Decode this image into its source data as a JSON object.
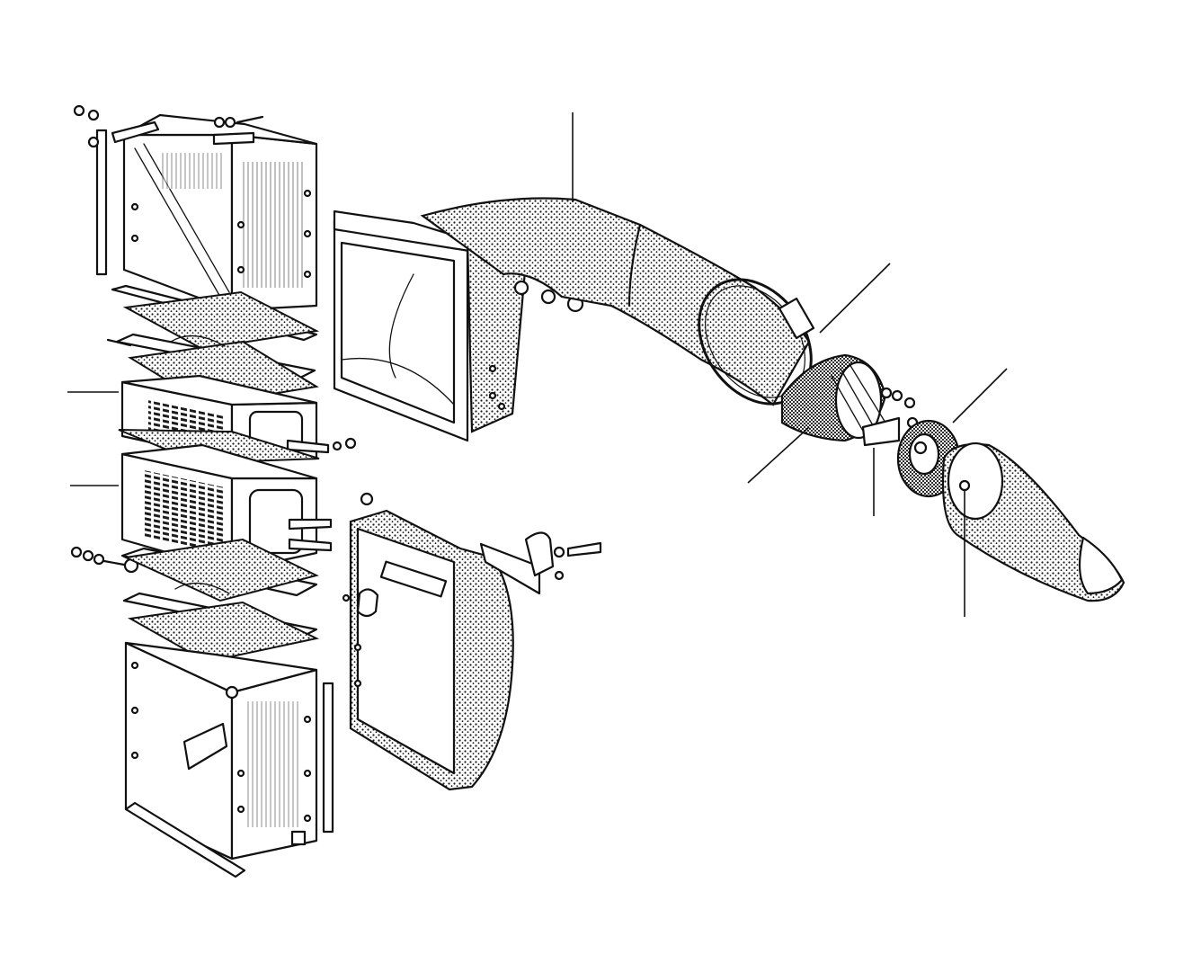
{
  "diagram": {
    "kind": "exploded-parts-view",
    "subject": "heater-and-demister-duct-assembly",
    "colors": {
      "ink": "#111111",
      "paper": "#ffffff",
      "stipple": "#1a1a1a"
    },
    "parts": [
      {
        "id": "upper-heater-box"
      },
      {
        "id": "upper-gaskets"
      },
      {
        "id": "upper-heater-matrix"
      },
      {
        "id": "lower-heater-matrix"
      },
      {
        "id": "lower-gaskets"
      },
      {
        "id": "lower-heater-box"
      },
      {
        "id": "side-cover-plate"
      },
      {
        "id": "bracket-and-bolt"
      },
      {
        "id": "inlet-funnel"
      },
      {
        "id": "air-hose"
      },
      {
        "id": "hose-clip"
      },
      {
        "id": "fan-motor"
      },
      {
        "id": "fan-impeller"
      },
      {
        "id": "outlet-nozzle"
      }
    ],
    "callout_labels": []
  }
}
